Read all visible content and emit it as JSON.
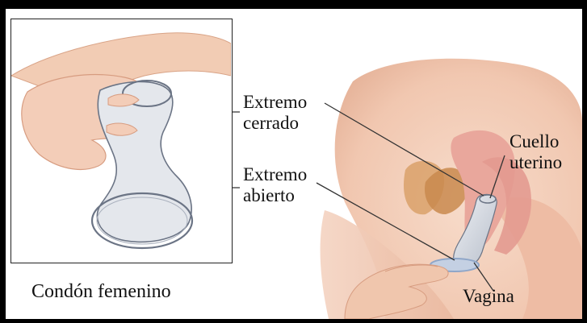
{
  "figure": {
    "inset_caption": "Condón femenino",
    "labels": {
      "closed_end": [
        "Extremo",
        "cerrado"
      ],
      "open_end": [
        "Extremo",
        "abierto"
      ],
      "cervix": [
        "Cuello",
        "uterino"
      ],
      "vagina": "Vagina"
    }
  },
  "colors": {
    "frame": "#000000",
    "skin": "#f3cdb8",
    "skin_shadow": "#e6ad92",
    "tissue": "#e9a79c",
    "uterus": "#c98a4e",
    "condom": "#d9dde3",
    "condom_edge": "#6b7485",
    "ring_blue": "#8fa6c8"
  }
}
